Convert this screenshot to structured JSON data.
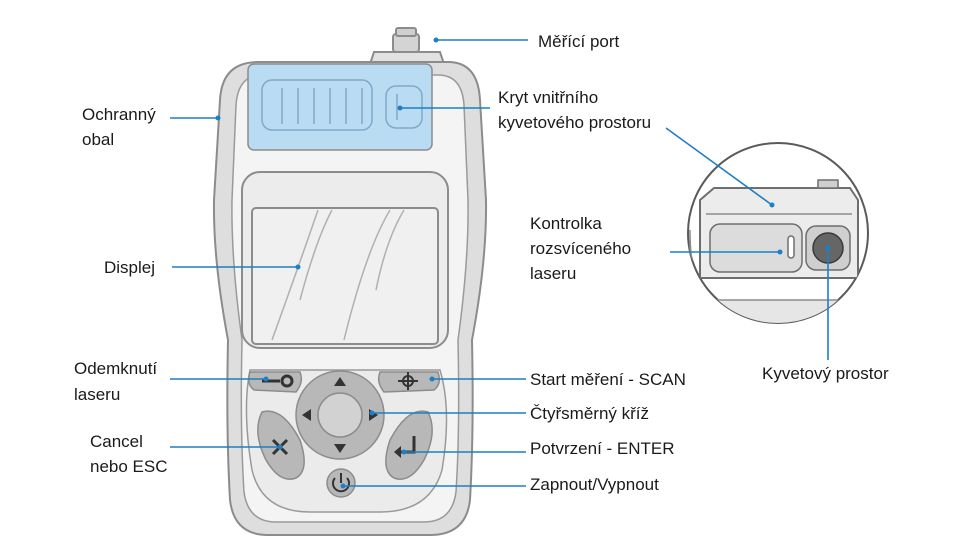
{
  "labels": {
    "meridi_port": "Měřící port",
    "ochranny_obal_1": "Ochranný",
    "ochranny_obal_2": "obal",
    "kryt_1": "Kryt vnitřního",
    "kryt_2": "kyvetového prostoru",
    "displej": "Displej",
    "kontrolka_1": "Kontrolka",
    "kontrolka_2": "rozsvíceného",
    "kontrolka_3": "laseru",
    "odemknuti_1": "Odemknutí",
    "odemknuti_2": "laseru",
    "start": "Start měření - SCAN",
    "kyvetovy_prostor": "Kyvetový prostor",
    "kriz": "Čtyřsměrný kříž",
    "cancel_1": "Cancel",
    "cancel_2": "nebo ESC",
    "potvrzeni": "Potvrzení - ENTER",
    "zapnout": "Zapnout/Vypnout"
  },
  "colors": {
    "leader_line": "#1f7fc4",
    "device_outline": "#8c8c8c",
    "device_body": "#dedede",
    "device_face": "#f4f4f4",
    "cover_blue": "#b9dcf2",
    "button_gray": "#b8b8b8",
    "icon_dark": "#333333"
  }
}
